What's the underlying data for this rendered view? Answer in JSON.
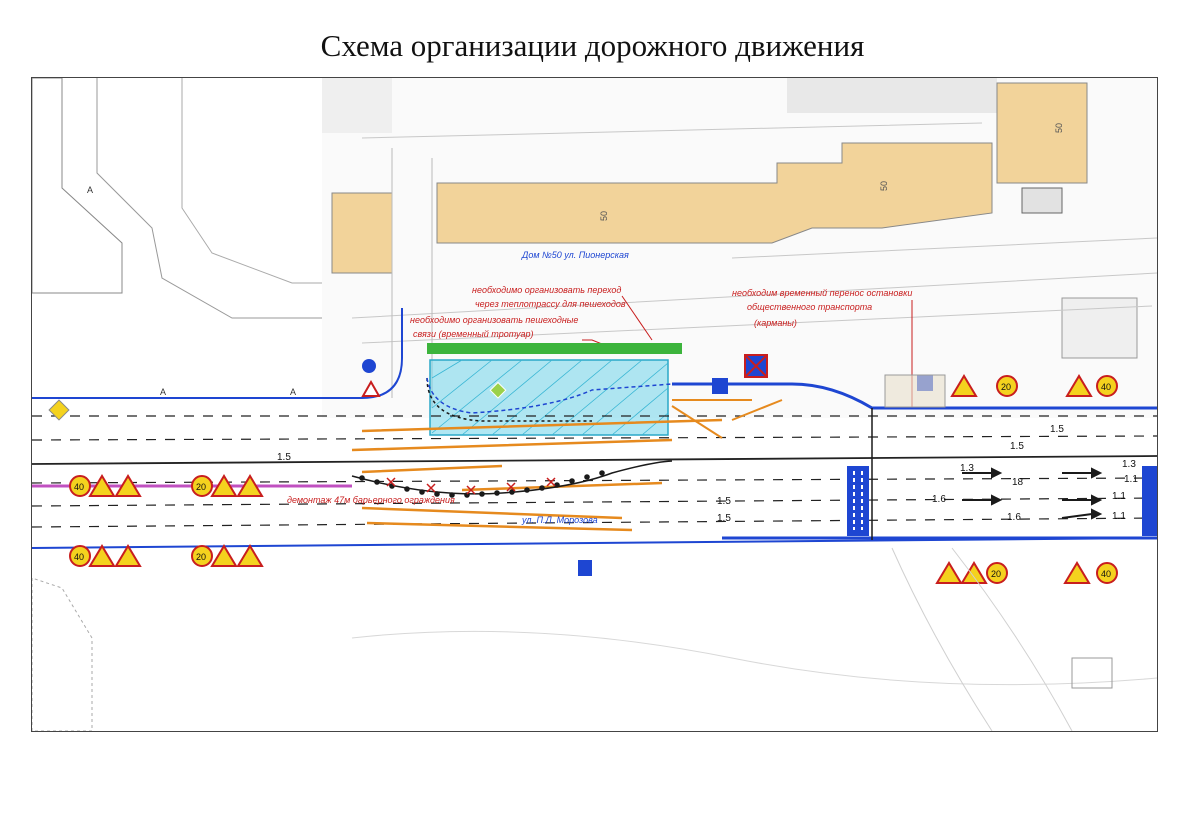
{
  "title": "Схема организации дорожного движения",
  "colors": {
    "building": "#f2d39a",
    "construction_zone": "#6fd3ea",
    "sidewalk_green": "#3cb43c",
    "annotation": "#c81e1e",
    "blue_line": "#1e46d2",
    "orange": "#e68a1e",
    "barrier": "#1a1a1a"
  },
  "buildings": {
    "house_label": "Дом №50 ул. Пионерская",
    "house_number_a": "50",
    "house_number_b": "50",
    "house_number_c": "50"
  },
  "annotations": {
    "pedestrian_crossing_1": "необходимо организовать переход",
    "pedestrian_crossing_2": "через теплотрассу для пешеходов",
    "pedestrian_link_1": "необходимо организовать пешеходные",
    "pedestrian_link_2": "связи (временный тротуар)",
    "bus_stop_1": "необходим временный перенос остановки",
    "bus_stop_2": "общественного транспорта",
    "pockets": "(карманы)",
    "barrier_removal": "демонтаж 47м барьерного ограждения",
    "street": "ул. П.Л. Морозова"
  },
  "lane_labels": {
    "l1": "1.5",
    "l2": "1.5",
    "l3": "1.5",
    "l4": "1.5",
    "l5": "1.5",
    "l6": "1.3",
    "l7": "1.3",
    "l8": "1.6",
    "l9": "1.6",
    "l10": "1.1",
    "l11": "1.1",
    "l12": "1.1",
    "l13": "18"
  },
  "road_marks": {
    "a1": "A",
    "a2": "A",
    "a3": "A"
  },
  "signs": {
    "speed_40": "40",
    "speed_20": "20"
  }
}
